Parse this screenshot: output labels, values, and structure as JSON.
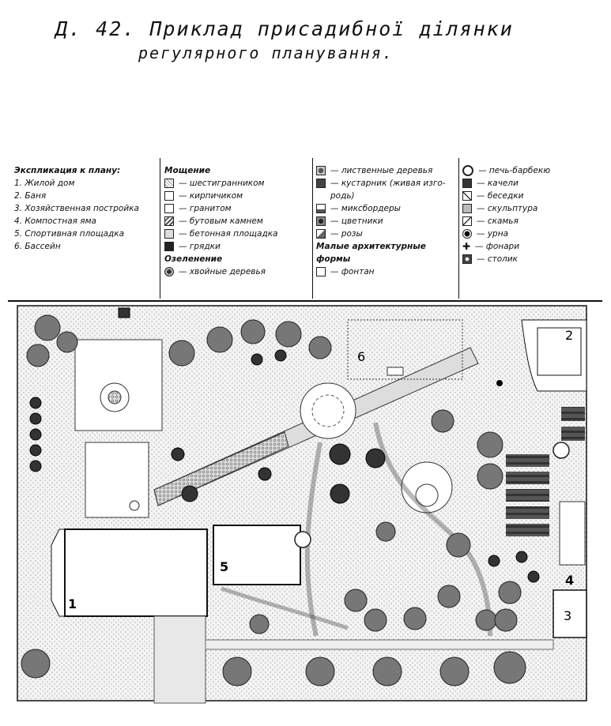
{
  "title": {
    "line1": "Д. 42.   Приклад   присадибної ділянки",
    "line2": "регулярного   планування."
  },
  "explication": {
    "heading": "Экспликация к плану:",
    "items": [
      "1. Жилой дом",
      "2. Баня",
      "3. Хозяйственная постройка",
      "4. Компостная яма",
      "5. Спортивная площадка",
      "6. Бассейн"
    ]
  },
  "paving": {
    "heading": "Мощение",
    "items": [
      "— шестигранником",
      "— кирпичиком",
      "— гранитом",
      "— бутовым камнем",
      "— бетонная площадка",
      "— грядки"
    ]
  },
  "greenery": {
    "heading": "Озеленение",
    "items": [
      "— хвойные деревья"
    ]
  },
  "greenery2": {
    "items": [
      "— лиственные деревья",
      "— кустарник (живая изго-",
      "родь)",
      "— миксбордеры",
      "— цветники",
      "— розы"
    ]
  },
  "small_forms": {
    "heading_1": "Малые архитектурные",
    "heading_2": "формы",
    "items": [
      "— фонтан"
    ]
  },
  "objects": {
    "items": [
      "— печь-барбекю",
      "— качели",
      "— беседки",
      "— скульптура",
      "— скамья",
      "— урна",
      "— фонари",
      "— столик"
    ]
  },
  "plan_labels": {
    "house": "1",
    "bath": "2",
    "outbuilding": "3",
    "compost": "4",
    "sports": "5",
    "pool": "6"
  }
}
